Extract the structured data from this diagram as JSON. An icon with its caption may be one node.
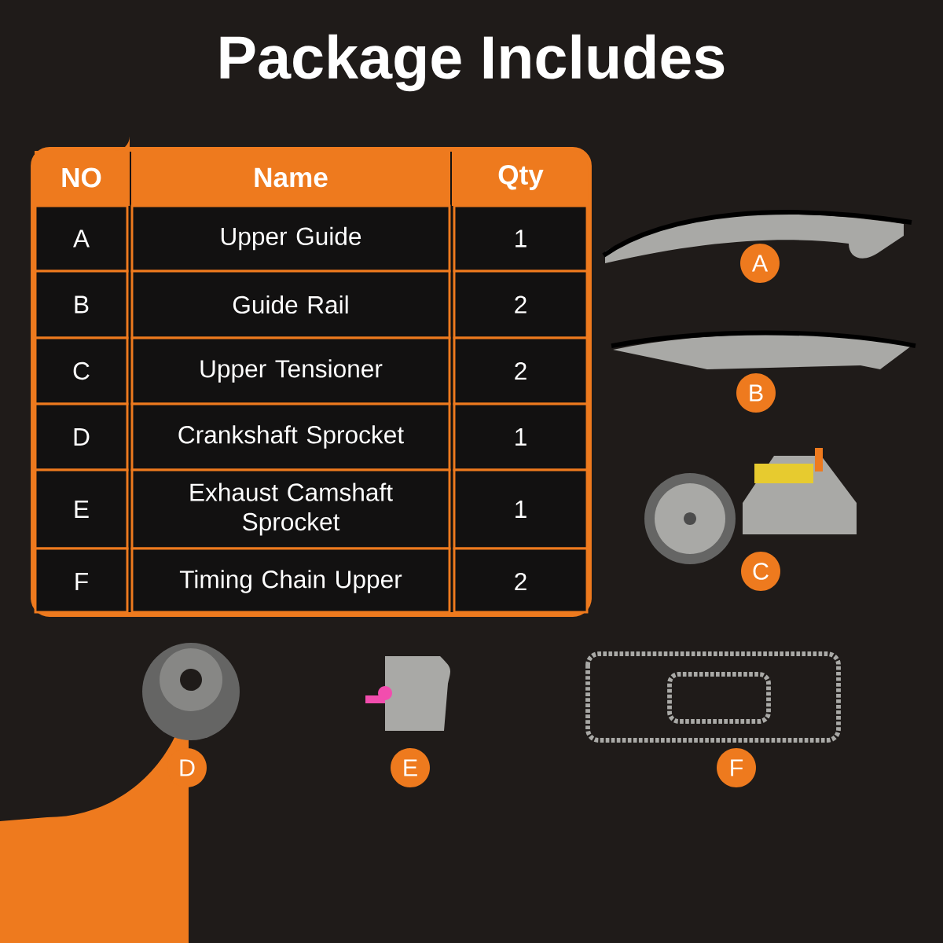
{
  "diagram": {
    "title": "Package Includes",
    "nodes": [
      {
        "text": [
          "A"
        ]
      },
      {
        "text": [
          "B"
        ]
      },
      {
        "text": [
          "C"
        ]
      },
      {
        "text": [
          "D"
        ]
      },
      {
        "text": [
          "E"
        ]
      },
      {
        "text": [
          "F"
        ]
      }
    ],
    "labels": [
      "NO",
      "Name",
      "Qty",
      "A",
      "Upper Guide",
      "1",
      "B",
      "Guide Rail",
      "2",
      "C",
      "Upper Tensioner",
      "2",
      "D",
      "Crankshaft Sprocket",
      "1",
      "E",
      "Exhaust Camshaft Sprocket",
      "1",
      "F",
      "Timing Chain Upper",
      "2"
    ]
  }
}
